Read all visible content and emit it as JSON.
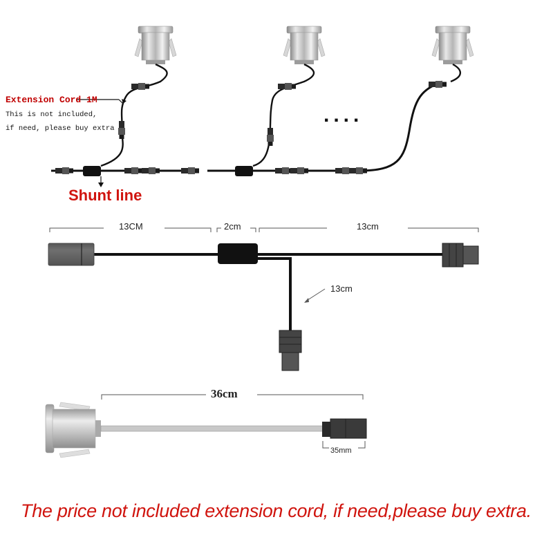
{
  "colors": {
    "accent_red": "#d0140e",
    "cable": "#111111",
    "dimension_line": "#555555"
  },
  "top_section": {
    "extension_cord_title": "Extension Cord 1M",
    "extension_cord_note_1": "This is not included,",
    "extension_cord_note_2": "if need, please buy extra",
    "shunt_label": "Shunt line",
    "continuation": "...."
  },
  "shunt_dimensions": {
    "left_segment": "13CM",
    "middle_segment": "2cm",
    "right_segment": "13cm",
    "branch_segment": "13cm"
  },
  "light_dimensions": {
    "cable_length": "36cm",
    "connector_length": "35mm"
  },
  "footer_note": "The price not included extension cord, if need,please buy extra."
}
